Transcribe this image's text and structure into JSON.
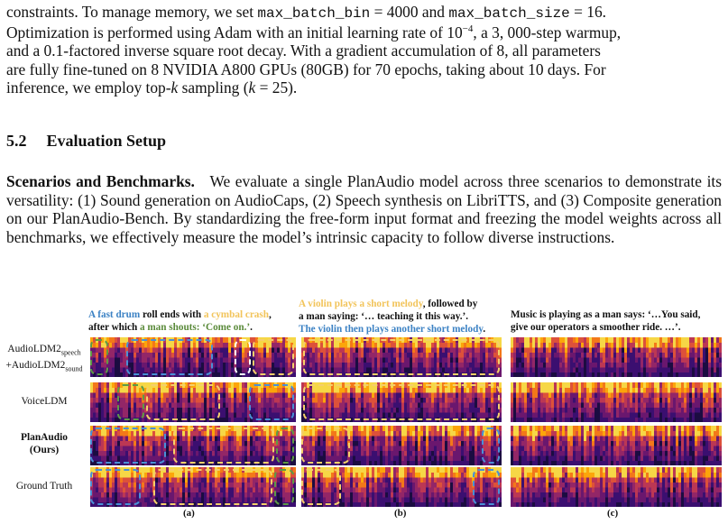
{
  "para1": {
    "t1": "constraints. To manage memory, we set ",
    "code1": "max_batch_bin",
    "t2": " = 4000 and ",
    "code2": "max_batch_size",
    "t3": " = 16.",
    "t4": "Optimization is performed using Adam with an initial learning rate of 10",
    "exp": "−4",
    "t5": ", a 3, 000-step warmup,",
    "t6": "and a 0.1-factored inverse square root decay. With a gradient accumulation of 8, all parameters",
    "t7": "are fully fine-tuned on 8 NVIDIA A800 GPUs (80GB) for 70 epochs, taking about 10 days. For",
    "t8": "inference, we employ top-",
    "k": "k",
    "t9": " sampling (",
    "t10": " = 25)."
  },
  "section": {
    "number": "5.2",
    "title": "Evaluation Setup"
  },
  "para2": {
    "lead": "Scenarios and Benchmarks.",
    "body": "We evaluate a single PlanAudio model across three scenarios to demonstrate its versatility: (1) Sound generation on AudioCaps, (2) Speech synthesis on LibriTTS, and (3) Composite generation on our PlanAudio-Bench. By standardizing the free-form input format and freezing the model weights across all benchmarks, we effectively measure the model’s intrinsic capacity to follow diverse instructions."
  },
  "figure": {
    "captions": {
      "a": {
        "s1": "A fast drum",
        "s2": " roll ends with ",
        "s3": "a cymbal crash",
        "s4": ",",
        "s5": "after which ",
        "s6": "a man shouts: ‘Come on.’",
        "s7": "."
      },
      "b": {
        "s1": "A violin plays a short melody",
        "s2": ", followed by",
        "s3": "a man saying: ‘… teaching it this way.’.",
        "s4": "The violin then plays another short melody",
        "s5": "."
      },
      "c": {
        "l1": "Music is playing as a man says: ‘…You said,",
        "l2": "give our operators a smoother ride. …’."
      }
    },
    "rows": [
      {
        "label_a": "AudioLDM2",
        "sub_a": "speech",
        "label_b": "+AudioLDM2",
        "sub_b": "sound"
      },
      {
        "label": "VoiceLDM"
      },
      {
        "label_a": "PlanAudio",
        "label_b": "(Ours)"
      },
      {
        "label": "Ground Truth"
      }
    ],
    "sublabels": [
      "(a)",
      "(b)",
      "(c)"
    ],
    "colors": {
      "blue": "#4a90d6",
      "yellow": "#f5cf6a",
      "green": "#5e9a45"
    }
  }
}
